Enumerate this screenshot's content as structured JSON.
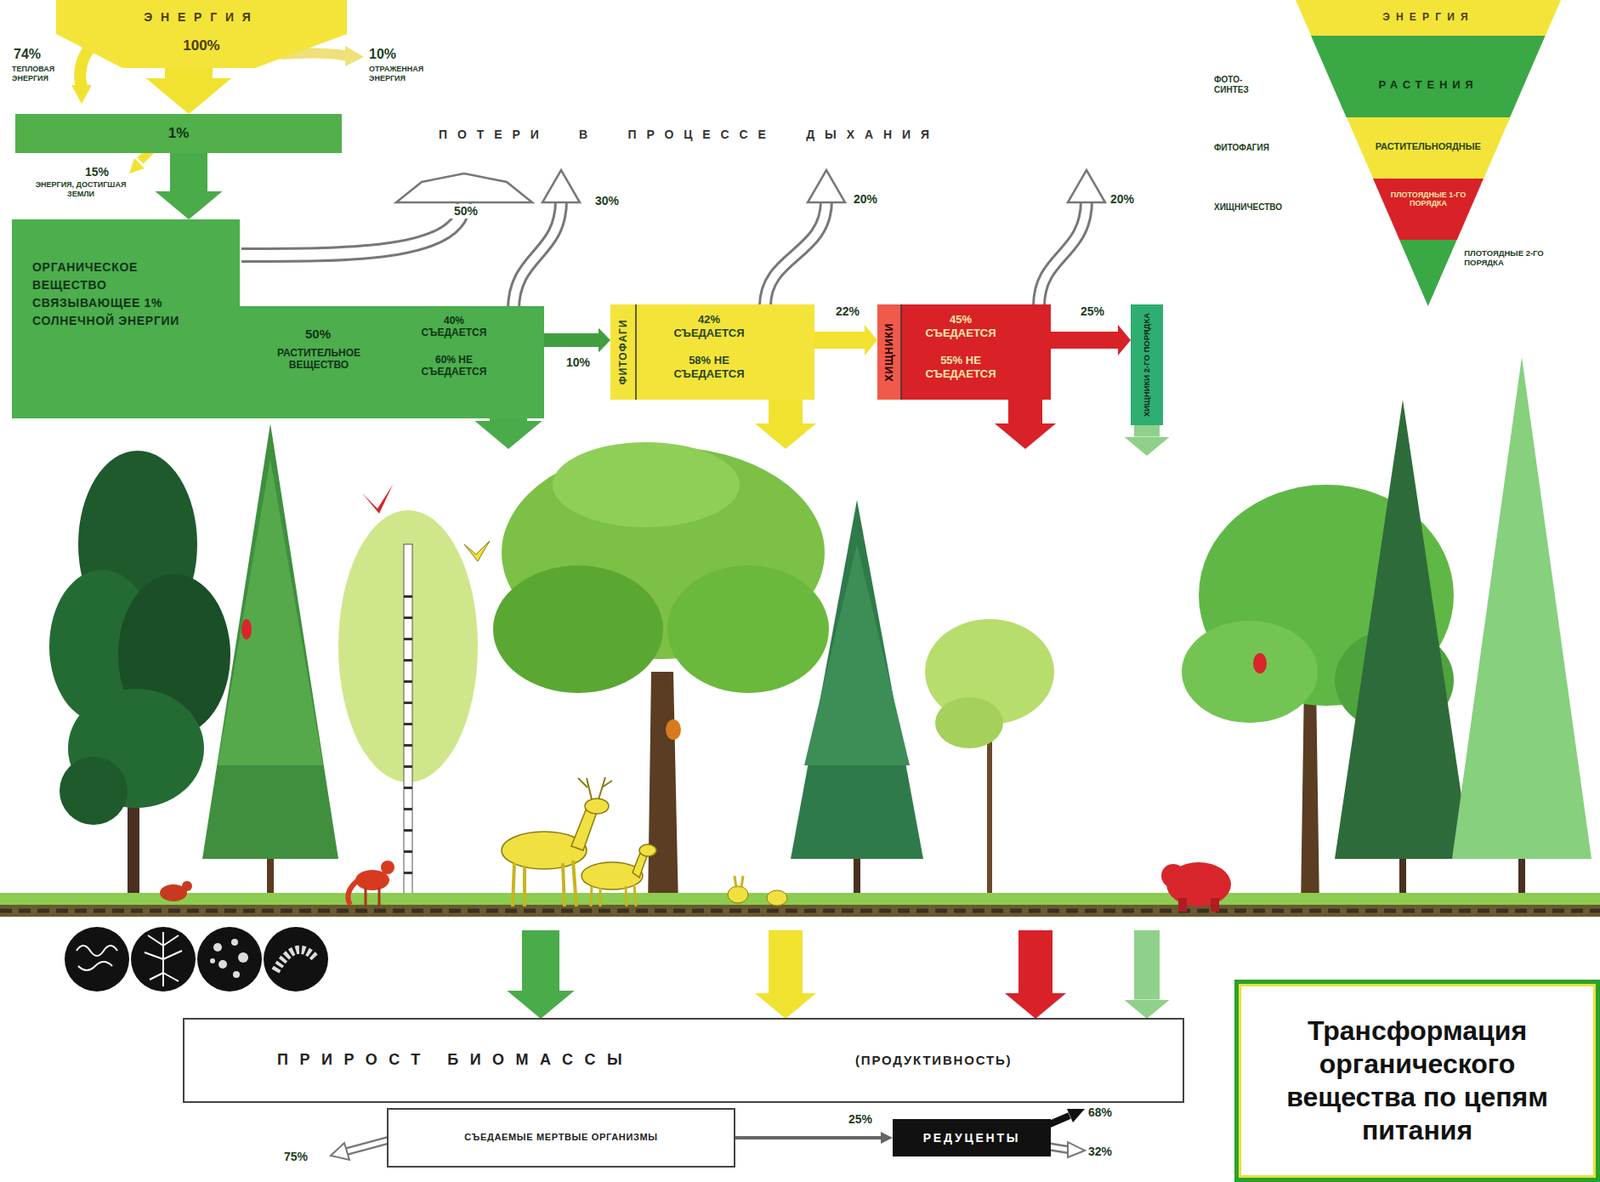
{
  "diagram": {
    "caption": "Трансформация органического вещества по цепям питания",
    "nodes": [
      {
        "text": [
          "ЭНЕРГИЯ",
          "100%"
        ]
      },
      {
        "text": [
          "1%"
        ]
      },
      {
        "text": [
          "ОРГАНИЧЕСКОЕ ВЕЩЕСТВО СВЯЗЫВАЮЩЕЕ 1% СОЛНЕЧНОЙ ЭНЕРГИИ",
          "50%",
          "РАСТИТЕЛЬНОЕ ВЕЩЕСТВО",
          "40% СЪЕДАЕТСЯ",
          "60% НЕ СЪЕДАЕТСЯ"
        ]
      },
      {
        "text": [
          "ФИТОФАГИ",
          "42% СЪЕДАЕТСЯ",
          "58% НЕ СЪЕДАЕТСЯ"
        ]
      },
      {
        "text": [
          "ХИЩНИКИ",
          "45% СЪЕДАЕТСЯ",
          "55% НЕ СЪЕДАЕТСЯ"
        ]
      },
      {
        "text": [
          "ХИЩНИКИ 2-ГО ПОРЯДКА"
        ]
      },
      {
        "text": [
          "ЭНЕРГИЯ"
        ]
      },
      {
        "text": [
          "РАСТЕНИЯ"
        ]
      },
      {
        "text": [
          "РАСТИТЕЛЬНОЯДНЫЕ"
        ]
      },
      {
        "text": [
          "ПЛОТОЯДНЫЕ 1-ГО ПОРЯДКА"
        ]
      },
      {
        "text": [
          "ПЛОТОЯДНЫЕ 2-ГО ПОРЯДКА"
        ]
      },
      {
        "text": [
          "ПРИРОСТ БИОМАССЫ",
          "(ПРОДУКТИВНОСТЬ)"
        ]
      },
      {
        "text": [
          "СЪЕДАЕМЫЕ МЕРТВЫЕ ОРГАНИЗМЫ"
        ]
      },
      {
        "text": [
          "РЕДУЦЕНТЫ"
        ]
      }
    ],
    "edges": [
      {
        "from": 0,
        "to": 1,
        "arrow": "to"
      },
      {
        "from": 1,
        "to": 2,
        "arrow": "to"
      },
      {
        "from": 2,
        "to": 3,
        "arrow": "to",
        "label": "10%"
      },
      {
        "from": 3,
        "to": 4,
        "arrow": "to",
        "label": "22%"
      },
      {
        "from": 4,
        "to": 5,
        "arrow": "to",
        "label": "25%"
      },
      {
        "from": 2,
        "to": 11,
        "arrow": "to"
      },
      {
        "from": 3,
        "to": 11,
        "arrow": "to"
      },
      {
        "from": 4,
        "to": 11,
        "arrow": "to"
      },
      {
        "from": 5,
        "to": 11,
        "arrow": "to"
      },
      {
        "from": 12,
        "to": 13,
        "arrow": "to",
        "label": "25%"
      }
    ],
    "labels": [
      "74%",
      "ТЕПЛОВАЯ ЭНЕРГИЯ",
      "10%",
      "ОТРАЖЕННАЯ ЭНЕРГИЯ",
      "15%",
      "ЭНЕРГИЯ, ДОСТИГШАЯ ЗЕМЛИ",
      "ПОТЕРИ В ПРОЦЕССЕ ДЫХАНИЯ",
      "50%",
      "30%",
      "20%",
      "20%",
      "ФОТО-СИНТЕЗ",
      "ФИТОФАГИЯ",
      "ХИЩНИЧЕСТВО",
      "75%",
      "68%",
      "32%"
    ]
  }
}
